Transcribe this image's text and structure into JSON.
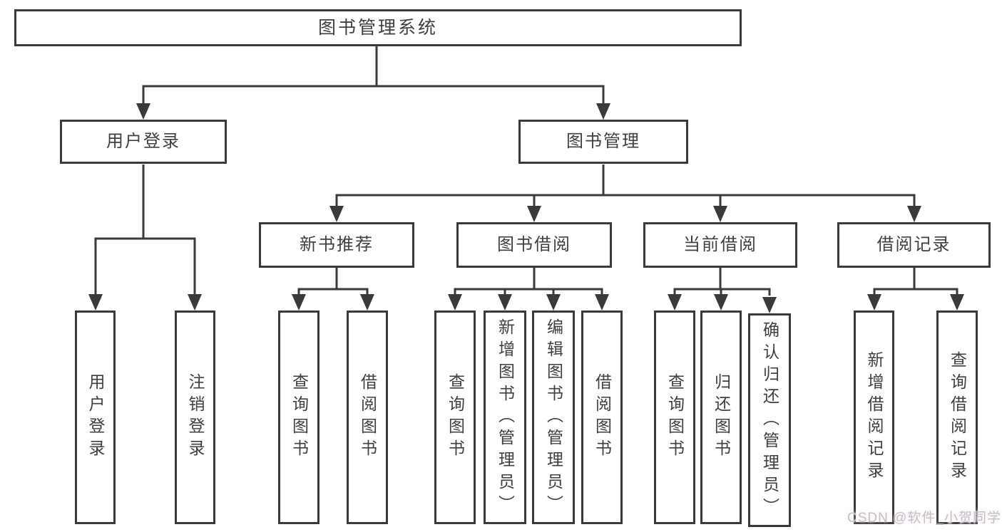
{
  "title": "图书管理系统",
  "colors": {
    "background": "#ffffff",
    "line": "#3a3a3a",
    "text": "#3f3f3f",
    "watermark": "#c2bfc7"
  },
  "root": {
    "label": "图书管理系统"
  },
  "level2": [
    {
      "label": "用户登录",
      "parent": "图书管理系统"
    },
    {
      "label": "图书管理",
      "parent": "图书管理系统"
    }
  ],
  "level3": [
    {
      "label": "新书推荐",
      "parent": "图书管理"
    },
    {
      "label": "图书借阅",
      "parent": "图书管理"
    },
    {
      "label": "当前借阅",
      "parent": "图书管理"
    },
    {
      "label": "借阅记录",
      "parent": "图书管理"
    }
  ],
  "leaves": [
    {
      "label": "用户登录",
      "parent": "用户登录"
    },
    {
      "label": "注销登录",
      "parent": "用户登录"
    },
    {
      "label": "查询图书",
      "parent": "新书推荐"
    },
    {
      "label": "借阅图书",
      "parent": "新书推荐"
    },
    {
      "label": "查询图书",
      "parent": "图书借阅"
    },
    {
      "label": "新增图书（管理员）",
      "parent": "图书借阅"
    },
    {
      "label": "编辑图书（管理员）",
      "parent": "图书借阅"
    },
    {
      "label": "借阅图书",
      "parent": "图书借阅"
    },
    {
      "label": "查询图书",
      "parent": "当前借阅"
    },
    {
      "label": "归还图书",
      "parent": "当前借阅"
    },
    {
      "label": "确认归还（管理员）",
      "parent": "当前借阅"
    },
    {
      "label": "新增借阅记录",
      "parent": "借阅记录"
    },
    {
      "label": "查询借阅记录",
      "parent": "借阅记录"
    }
  ],
  "watermark": {
    "text": "CSDN @软件_小贺同学"
  }
}
